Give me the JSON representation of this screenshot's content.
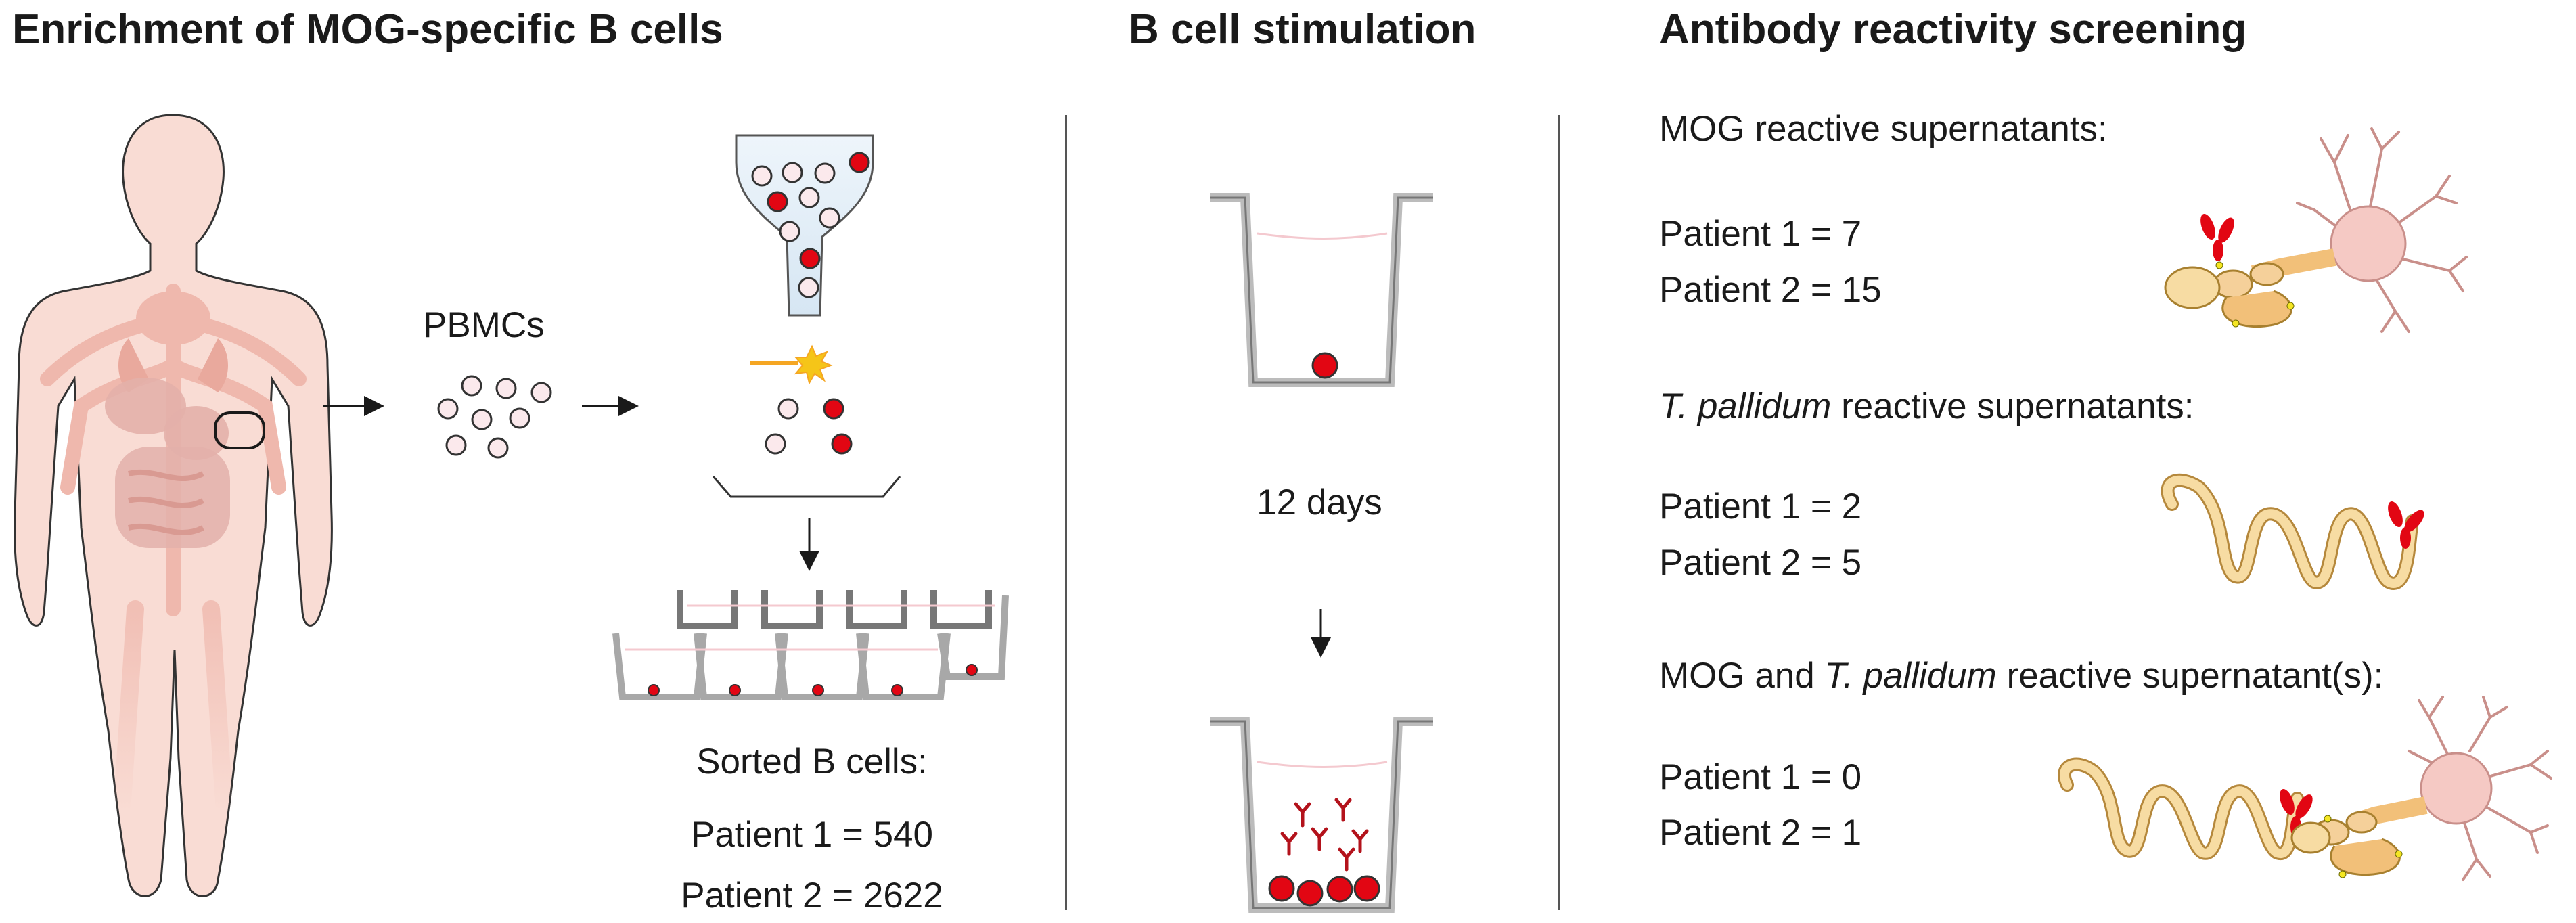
{
  "sections": {
    "enrichment": {
      "title": "Enrichment of MOG-specific B cells",
      "pbmc_label": "PBMCs",
      "sorted_label": "Sorted B cells:",
      "counts": [
        "Patient 1 = 540",
        "Patient 2 = 2622"
      ]
    },
    "stimulation": {
      "title": "B cell stimulation",
      "duration_label": "12 days"
    },
    "screening": {
      "title": "Antibody reactivity screening",
      "groups": [
        {
          "heading_pre": "MOG reactive supernatants:",
          "heading_italic": "",
          "heading_post": "",
          "counts": [
            "Patient 1 = 7",
            "Patient 2 = 15"
          ]
        },
        {
          "heading_pre": "",
          "heading_italic": "T. pallidum",
          "heading_post": " reactive supernatants:",
          "counts": [
            "Patient 1 = 2",
            "Patient 2 = 5"
          ]
        },
        {
          "heading_pre": "MOG and ",
          "heading_italic": "T. pallidum",
          "heading_post": " reactive supernatant(s):",
          "counts": [
            "Patient 1 = 0",
            "Patient 2 = 1"
          ]
        }
      ]
    }
  },
  "colors": {
    "body": "#f9dcd4",
    "organ": "#efb8ad",
    "cell_fill": "#fbe9ec",
    "sorted_cell": "#e20613",
    "well": "#c9c9c9",
    "well_edge": "#777777",
    "neuron": "#f5c9c4",
    "axon": "#f2c079",
    "spirochete": "#f7dca3",
    "laser": "#f5a623"
  },
  "icons": [
    "human-body-icon",
    "blood-sample-circle-icon",
    "flow-cytometer-nozzle-icon",
    "laser-icon",
    "collection-tray-icon",
    "culture-well-icon",
    "antibody-icon",
    "neuron-icon",
    "spirochete-icon"
  ]
}
